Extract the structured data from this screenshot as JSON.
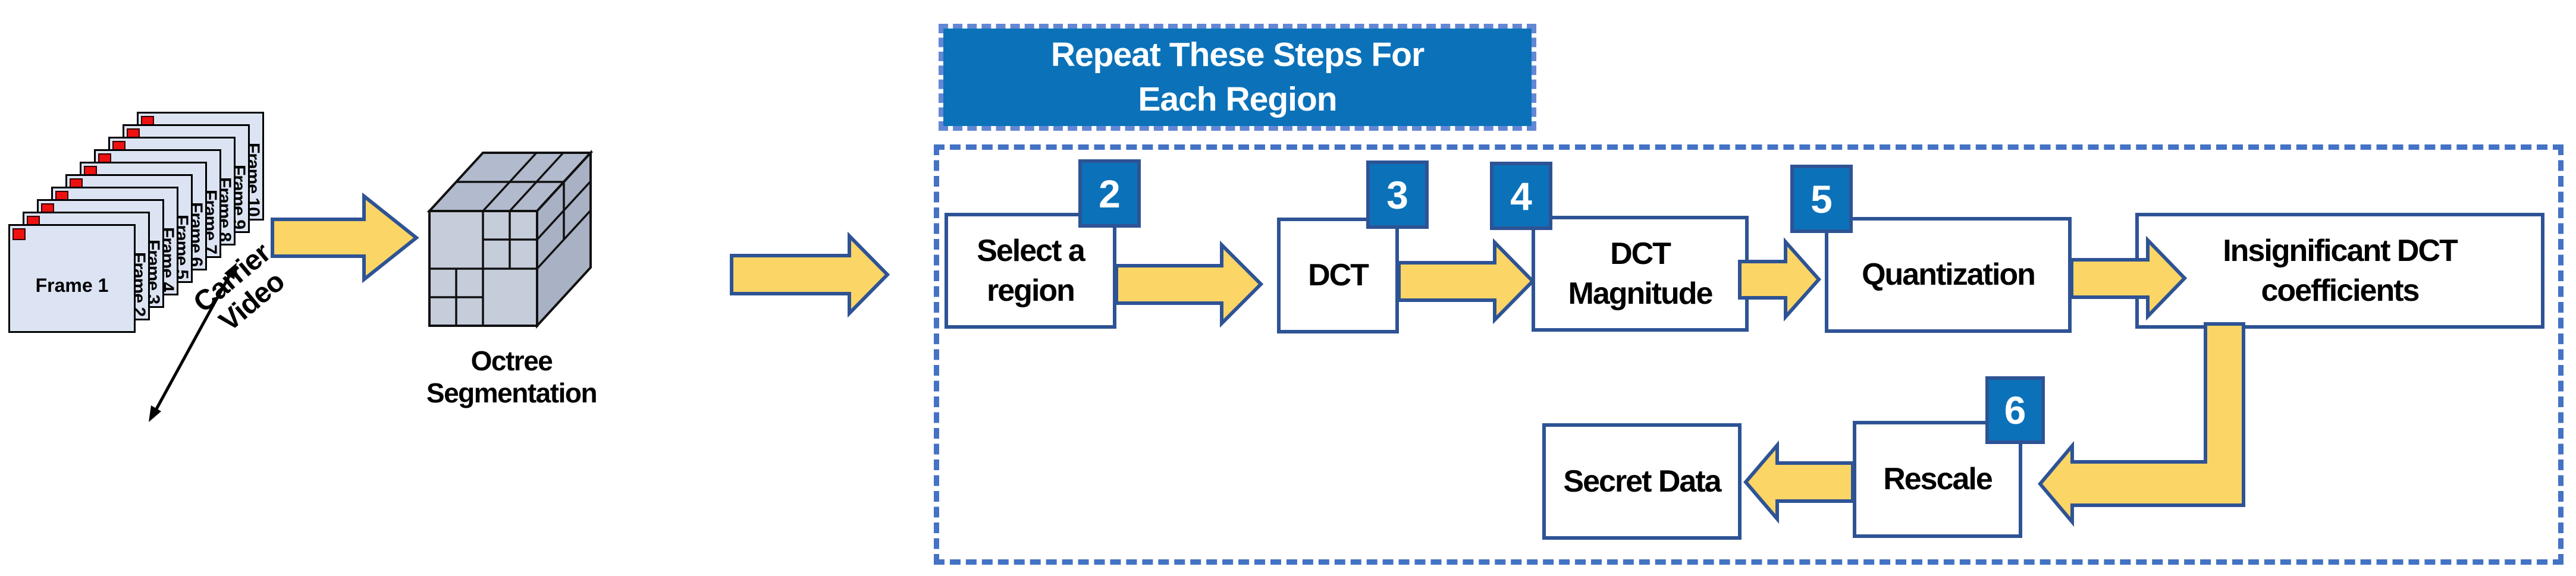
{
  "colors": {
    "accent_blue": "#0b72b9",
    "border_blue": "#2e5395",
    "dash_blue": "#4472c4",
    "arrow_yellow": "#fbd565",
    "frame_fill": "#dce4f3",
    "marker_red": "#ee1111"
  },
  "carrier": {
    "label_line1": "Carrier",
    "label_line2": "Video",
    "frames": [
      "Frame 1",
      "Frame 2",
      "Frame 3",
      "Frame 4",
      "Frame 5",
      "Frame 6",
      "Frame 7",
      "Frame 8",
      "Frame 9",
      "Frame 10"
    ]
  },
  "octree": {
    "label_line1": "Octree",
    "label_line2": "Segmentation"
  },
  "repeat_header": {
    "line1": "Repeat These Steps For",
    "line2": "Each Region"
  },
  "steps": {
    "select_region": {
      "line1": "Select a",
      "line2": "region",
      "badge": "2"
    },
    "dct": {
      "line1": "DCT",
      "badge": "3"
    },
    "dct_magnitude": {
      "line1": "DCT",
      "line2": "Magnitude",
      "badge": "4"
    },
    "quantization": {
      "line1": "Quantization",
      "badge": "5"
    },
    "insignificant": {
      "line1": "Insignificant DCT",
      "line2": "coefficients"
    },
    "rescale": {
      "line1": "Rescale",
      "badge": "6"
    },
    "secret_data": {
      "line1": "Secret Data"
    }
  }
}
